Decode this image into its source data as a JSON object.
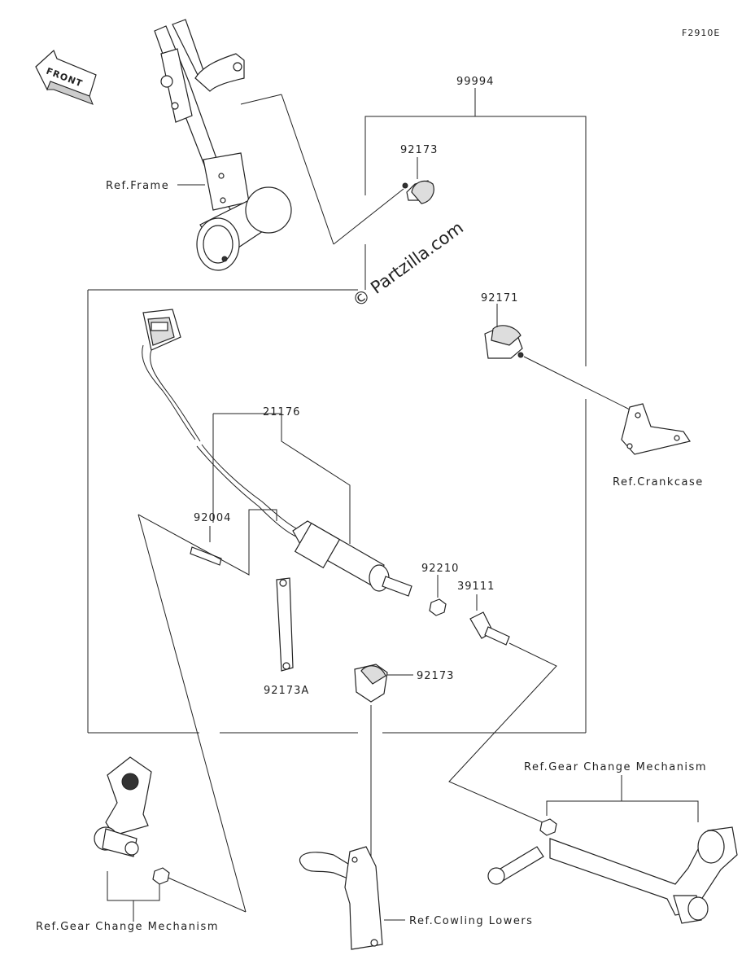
{
  "diagram_code": "F2910E",
  "front_label": "FRONT",
  "watermark": "© Partzilla.com",
  "parts": {
    "p99994": "99994",
    "p92173_top": "92173",
    "p92171": "92171",
    "p21176": "21176",
    "p92004": "92004",
    "p92210": "92210",
    "p39111": "39111",
    "p92173a": "92173A",
    "p92173_bottom": "92173"
  },
  "references": {
    "frame": "Ref.Frame",
    "crankcase": "Ref.Crankcase",
    "gear_change_right": "Ref.Gear Change Mechanism",
    "gear_change_left": "Ref.Gear Change Mechanism",
    "cowling_lowers": "Ref.Cowling Lowers"
  }
}
